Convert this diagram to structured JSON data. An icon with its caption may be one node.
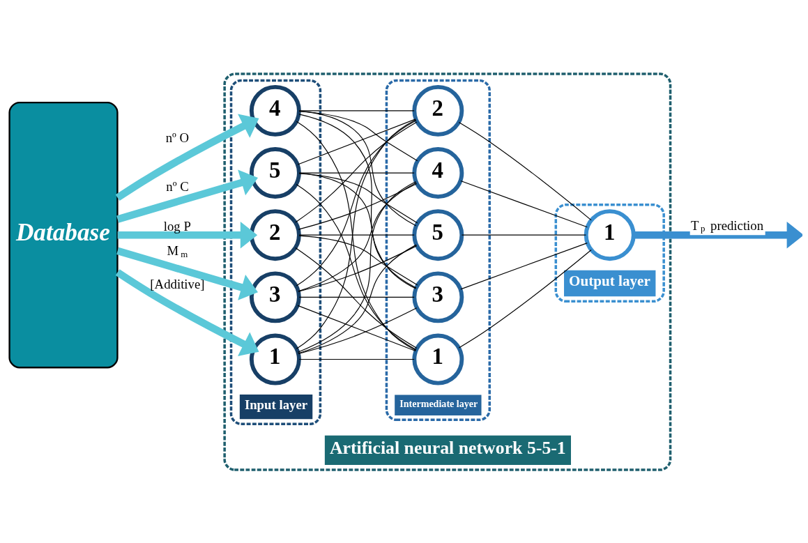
{
  "diagram": {
    "nodes": [
      {
        "text": [
          "Artificial neural network 5-5-1"
        ]
      },
      {
        "text": [
          "Database"
        ]
      },
      {
        "text": [
          "Input layer"
        ],
        "in": 0
      },
      {
        "text": [
          "1"
        ],
        "in": 2
      },
      {
        "text": [
          "2"
        ],
        "in": 2
      },
      {
        "text": [
          "3"
        ],
        "in": 2
      },
      {
        "text": [
          "4"
        ],
        "in": 2
      },
      {
        "text": [
          "5"
        ],
        "in": 2
      },
      {
        "text": [
          "Intermediate layer"
        ],
        "in": 0
      },
      {
        "text": [
          "1"
        ],
        "in": 8
      },
      {
        "text": [
          "2"
        ],
        "in": 8
      },
      {
        "text": [
          "3"
        ],
        "in": 8
      },
      {
        "text": [
          "4"
        ],
        "in": 8
      },
      {
        "text": [
          "5"
        ],
        "in": 8
      },
      {
        "text": [
          "Output layer"
        ],
        "in": 0
      },
      {
        "text": [
          "1"
        ],
        "in": 14
      }
    ],
    "edges": [
      {
        "from": 1,
        "to": 3,
        "arrow": "to",
        "label": "[Additive]",
        "style": "thick",
        "color": "#5bc8d8"
      },
      {
        "from": 1,
        "to": 4,
        "arrow": "to",
        "label": "log P",
        "style": "thick",
        "color": "#5bc8d8"
      },
      {
        "from": 1,
        "to": 5,
        "arrow": "to",
        "label": "M$_{m}$",
        "style": "thick",
        "color": "#5bc8d8"
      },
      {
        "from": 1,
        "to": 6,
        "arrow": "to",
        "label": "nº O",
        "style": "thick",
        "color": "#5bc8d8"
      },
      {
        "from": 1,
        "to": 7,
        "arrow": "to",
        "label": "nº C",
        "style": "thick",
        "color": "#5bc8d8"
      },
      {
        "from": 3,
        "to": 9,
        "arrow": "none"
      },
      {
        "from": 3,
        "to": 10,
        "arrow": "none"
      },
      {
        "from": 3,
        "to": 11,
        "arrow": "none"
      },
      {
        "from": 3,
        "to": 12,
        "arrow": "none"
      },
      {
        "from": 3,
        "to": 13,
        "arrow": "none"
      },
      {
        "from": 4,
        "to": 9,
        "arrow": "none"
      },
      {
        "from": 4,
        "to": 10,
        "arrow": "none"
      },
      {
        "from": 4,
        "to": 11,
        "arrow": "none"
      },
      {
        "from": 4,
        "to": 12,
        "arrow": "none"
      },
      {
        "from": 4,
        "to": 13,
        "arrow": "none"
      },
      {
        "from": 5,
        "to": 9,
        "arrow": "none"
      },
      {
        "from": 5,
        "to": 10,
        "arrow": "none"
      },
      {
        "from": 5,
        "to": 11,
        "arrow": "none"
      },
      {
        "from": 5,
        "to": 12,
        "arrow": "none"
      },
      {
        "from": 5,
        "to": 13,
        "arrow": "none"
      },
      {
        "from": 6,
        "to": 9,
        "arrow": "none"
      },
      {
        "from": 6,
        "to": 10,
        "arrow": "none"
      },
      {
        "from": 6,
        "to": 11,
        "arrow": "none"
      },
      {
        "from": 6,
        "to": 12,
        "arrow": "none"
      },
      {
        "from": 6,
        "to": 13,
        "arrow": "none"
      },
      {
        "from": 7,
        "to": 9,
        "arrow": "none"
      },
      {
        "from": 7,
        "to": 10,
        "arrow": "none"
      },
      {
        "from": 7,
        "to": 11,
        "arrow": "none"
      },
      {
        "from": 7,
        "to": 12,
        "arrow": "none"
      },
      {
        "from": 7,
        "to": 13,
        "arrow": "none"
      },
      {
        "from": 9,
        "to": 15,
        "arrow": "none"
      },
      {
        "from": 10,
        "to": 15,
        "arrow": "none"
      },
      {
        "from": 11,
        "to": 15,
        "arrow": "none"
      },
      {
        "from": 12,
        "to": 15,
        "arrow": "none"
      },
      {
        "from": 13,
        "to": 15,
        "arrow": "none"
      },
      {
        "from": 15,
        "to": null,
        "arrow": "to",
        "label": "T$_{p}$ prediction",
        "style": "thick",
        "color": "#3a8fd0"
      }
    ]
  }
}
